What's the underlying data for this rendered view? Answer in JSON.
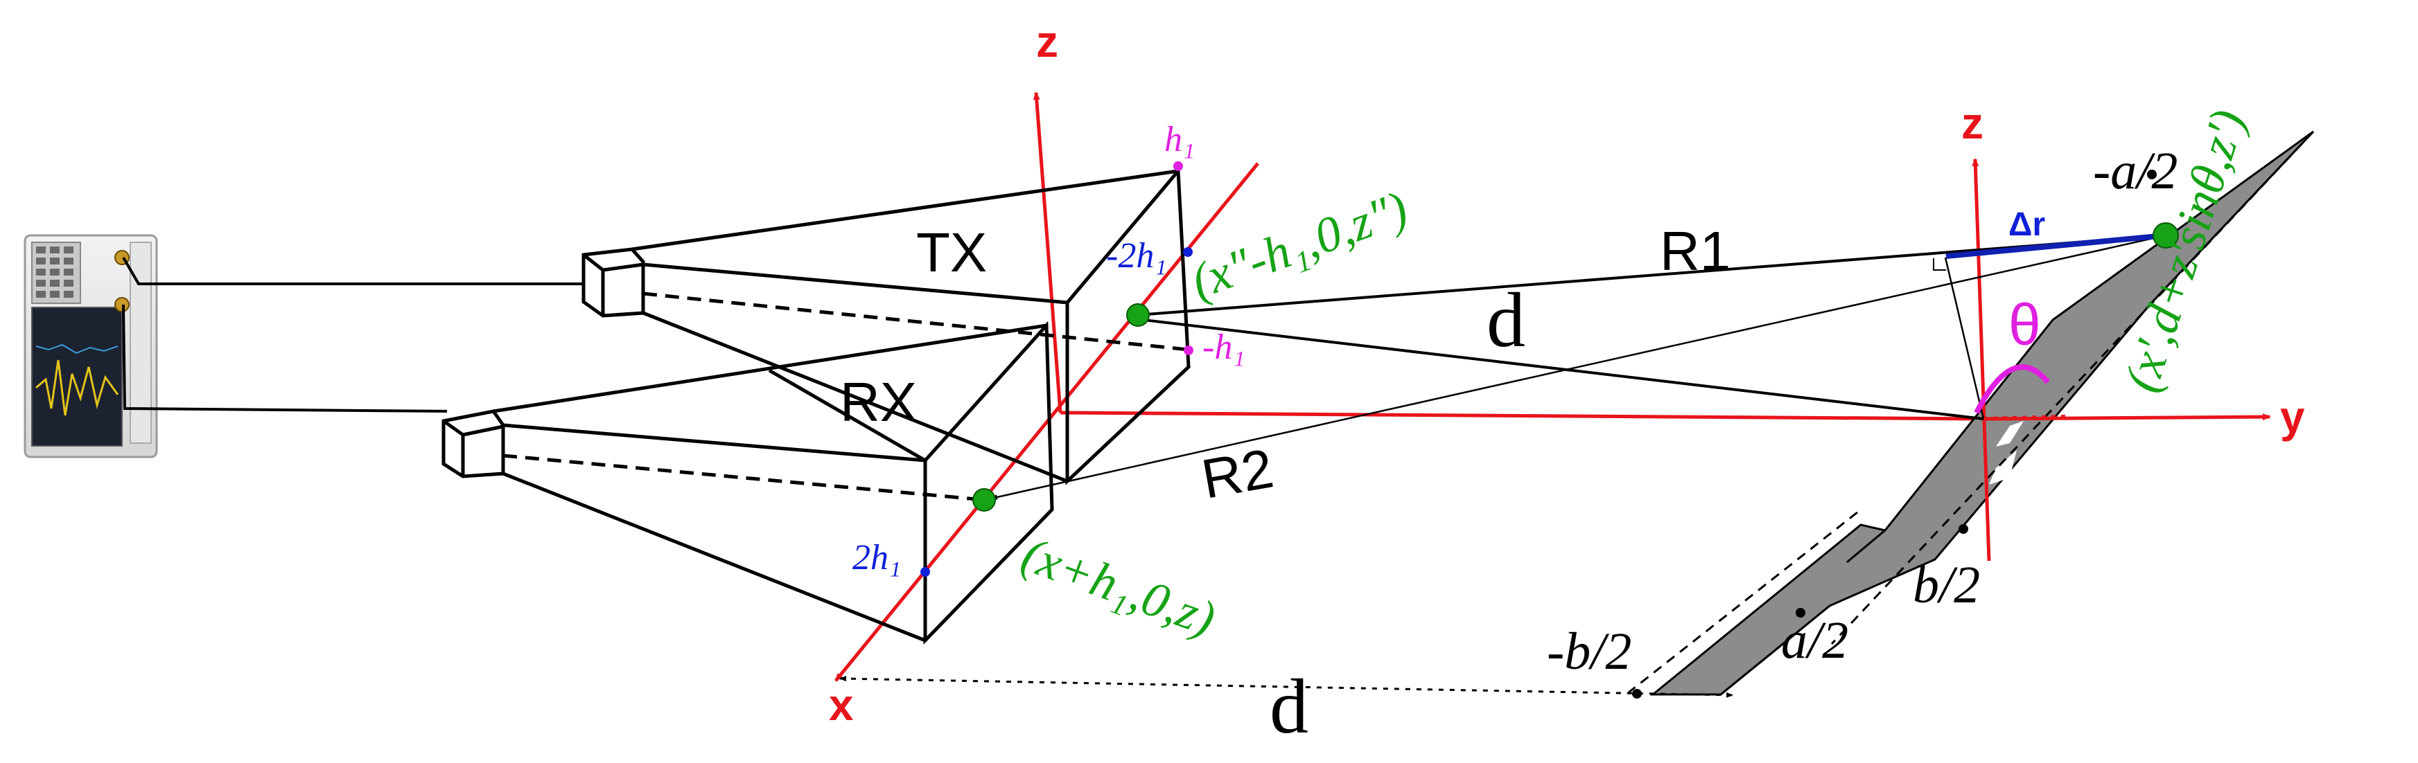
{
  "axes_left": {
    "z": "z",
    "x": "x"
  },
  "axes_right": {
    "z": "z",
    "y": "y"
  },
  "antennas": {
    "tx": "TX",
    "rx": "RX"
  },
  "ranges": {
    "r1": "R1",
    "r2": "R2",
    "d_slant": "d",
    "d_bottom": "d",
    "delta_r": "Δr",
    "theta": "θ"
  },
  "points": {
    "tx_center": "(x\"-h₁,0,z\")",
    "rx_center": "(x+h₁,0,z)",
    "target": "(x',d+z'sinθ,z')"
  },
  "dims": {
    "h1_top": "h₁",
    "neg_h1": "-h₁",
    "neg_2h1": "-2h₁",
    "pos_2h1": "2h₁",
    "neg_a_half": "-a/2",
    "a_half": "a/2",
    "b_half": "b/2",
    "neg_b_half": "-b/2"
  },
  "colors": {
    "axis": "#e8141b",
    "structure": "#000000",
    "green": "#16a316",
    "magenta": "#e020e0",
    "blue": "#1020d8",
    "plate": "#8c8c8c"
  }
}
